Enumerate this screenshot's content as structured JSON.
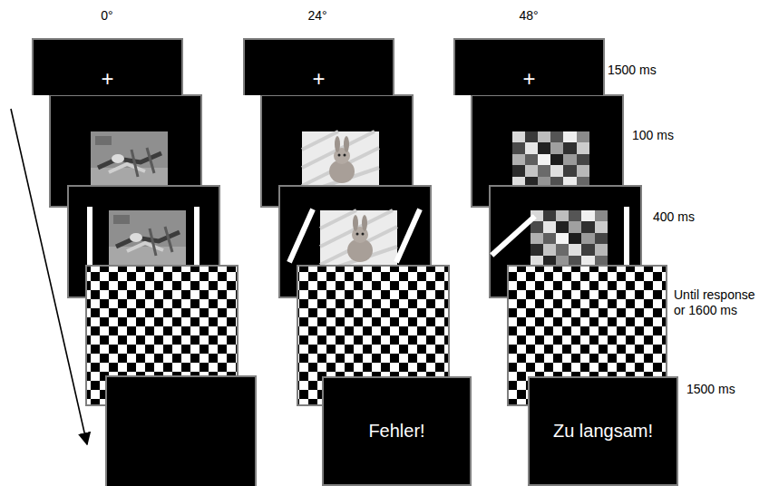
{
  "diagram": {
    "nodes": [
      {
        "text": [
          "+"
        ]
      },
      {
        "text": [
          "+"
        ]
      },
      {
        "text": [
          "+"
        ]
      },
      {
        "text": [
          "Fehler!"
        ]
      },
      {
        "text": [
          "Zu langsam!"
        ]
      }
    ],
    "labels": [
      "0°",
      "24°",
      "48°",
      "1500 ms",
      "100 ms",
      "400 ms",
      "Until response or 1600 ms",
      "1500 ms"
    ]
  }
}
